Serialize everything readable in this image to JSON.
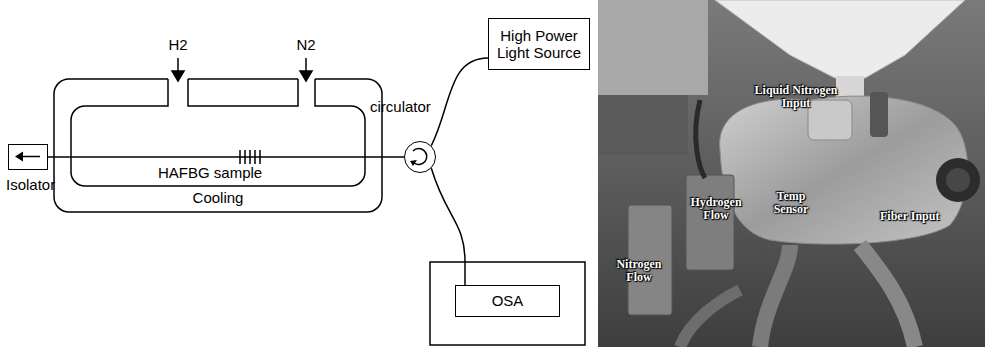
{
  "diagram": {
    "nodes": [
      {
        "text": [
          "Isolator"
        ]
      },
      {
        "text": [
          "Cooling"
        ]
      },
      {
        "text": [
          "circulator"
        ]
      },
      {
        "text": [
          "High Power Light Source"
        ]
      },
      {
        "text": [
          "OSA"
        ]
      }
    ],
    "edges": [
      {
        "from": 2,
        "to": 0,
        "arrow": "none"
      },
      {
        "from": 2,
        "to": 3,
        "arrow": "none"
      },
      {
        "from": 2,
        "to": 4,
        "arrow": "none"
      }
    ],
    "labels": [
      "H2",
      "N2",
      "HAFBG sample",
      "Liquid Nitrogen Input",
      "Hydrogen Flow",
      "Temp Sensor",
      "Fiber Input",
      "Nitrogen Flow"
    ]
  }
}
